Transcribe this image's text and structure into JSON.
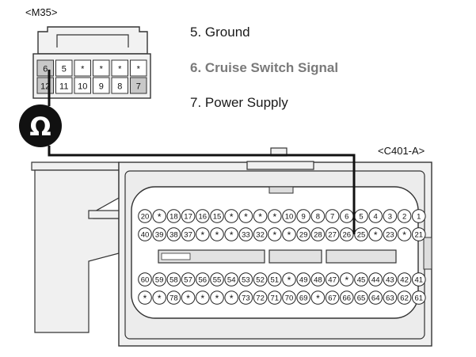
{
  "connectors": {
    "m35_label": "<M35>",
    "c401_label": "<C401-A>"
  },
  "legend": {
    "pin5": "5. Ground",
    "pin6": "6. Cruise Switch Signal",
    "pin7": "7. Power Supply"
  },
  "m35_pins": {
    "top": [
      "6",
      "5",
      "*",
      "*",
      "*",
      "*"
    ],
    "bottom": [
      "12",
      "11",
      "10",
      "9",
      "8",
      "7"
    ]
  },
  "c401_pins": {
    "row1": [
      "20",
      "*",
      "18",
      "17",
      "16",
      "15",
      "*",
      "*",
      "*",
      "*",
      "10",
      "9",
      "8",
      "7",
      "6",
      "5",
      "4",
      "3",
      "2",
      "1"
    ],
    "row2": [
      "40",
      "39",
      "38",
      "37",
      "*",
      "*",
      "*",
      "33",
      "32",
      "*",
      "*",
      "29",
      "28",
      "27",
      "26",
      "25",
      "*",
      "23",
      "*",
      "21"
    ],
    "row3": [
      "60",
      "59",
      "58",
      "57",
      "56",
      "55",
      "54",
      "53",
      "52",
      "51",
      "*",
      "49",
      "48",
      "47",
      "*",
      "45",
      "44",
      "43",
      "42",
      "41"
    ],
    "row4": [
      "*",
      "*",
      "78",
      "*",
      "*",
      "*",
      "*",
      "73",
      "72",
      "71",
      "70",
      "69",
      "*",
      "67",
      "66",
      "65",
      "64",
      "63",
      "62",
      "61"
    ]
  },
  "meter": {
    "symbol": "Ω",
    "icon": "ohmmeter-icon"
  },
  "colors": {
    "line": "#111111",
    "shaded_pin": "#c8c8c8",
    "housing": "#ececec"
  }
}
